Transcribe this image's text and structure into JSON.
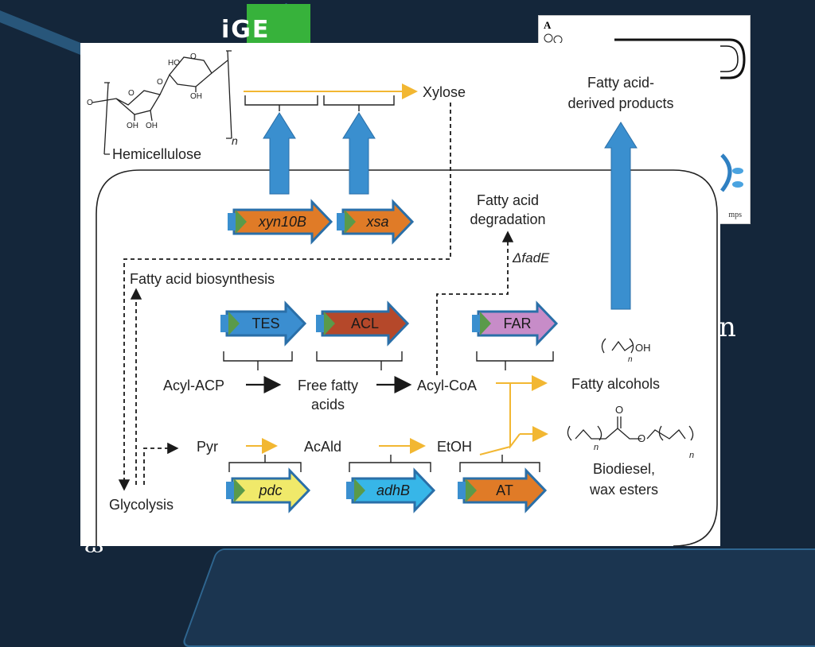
{
  "background": {
    "colors": {
      "base": "#14263a",
      "stripe": "#2c5f86",
      "logo_green": "#37b23b"
    },
    "logo_text": "iGE",
    "glyph_right": "n",
    "glyph_left": "ω"
  },
  "inset_figure": {
    "panel_label": "A",
    "caption_fragment": "mps"
  },
  "diagram": {
    "hemicellulose": {
      "label": "Hemicellulose",
      "subscript": "n",
      "atoms": [
        "HO",
        "O",
        "OH",
        "O",
        "O",
        "OH",
        "OH",
        "O"
      ]
    },
    "xylose": "Xylose",
    "fatty_acid_products": [
      "Fatty acid-",
      "derived products"
    ],
    "fatty_acid_degradation": [
      "Fatty acid",
      "degradation"
    ],
    "delta_fade": "ΔfadE",
    "fatty_acid_biosynthesis": "Fatty acid biosynthesis",
    "glycolysis": "Glycolysis",
    "metabolites": {
      "acyl_acp": "Acyl-ACP",
      "free_fatty_acids": [
        "Free fatty",
        "acids"
      ],
      "acyl_coa": "Acyl-CoA",
      "pyr": "Pyr",
      "acald": "AcAld",
      "etoh": "EtOH",
      "fatty_alcohols": "Fatty alcohols",
      "biodiesel": [
        "Biodiesel,",
        "wax esters"
      ]
    },
    "alcohol_structure": {
      "n": "n",
      "oh": "OH"
    },
    "ester_structure": {
      "o_top": "O",
      "o_mid": "O",
      "n1": "n",
      "n2": "n"
    },
    "genes": [
      {
        "id": "xyn10B",
        "label": "xyn10B",
        "italic": true,
        "fill": "#e07b27",
        "text_color": "#1a1a1a"
      },
      {
        "id": "xsa",
        "label": "xsa",
        "italic": true,
        "fill": "#e07b27",
        "text_color": "#1a1a1a"
      },
      {
        "id": "TES",
        "label": "TES",
        "italic": false,
        "fill": "#3b8ed0",
        "text_color": "#1a1a1a"
      },
      {
        "id": "ACL",
        "label": "ACL",
        "italic": false,
        "fill": "#b5482a",
        "text_color": "#1a1a1a"
      },
      {
        "id": "FAR",
        "label": "FAR",
        "italic": false,
        "fill": "#c78cc8",
        "text_color": "#1a1a1a"
      },
      {
        "id": "pdc",
        "label": "pdc",
        "italic": true,
        "fill": "#f0e96a",
        "text_color": "#1a1a1a"
      },
      {
        "id": "adhB",
        "label": "adhB",
        "italic": true,
        "fill": "#37b6e8",
        "text_color": "#1a1a1a"
      },
      {
        "id": "AT",
        "label": "AT",
        "italic": false,
        "fill": "#e07b27",
        "text_color": "#1a1a1a"
      }
    ],
    "colors": {
      "promoter_blue": "#3a8fcf",
      "promoter_green": "#5a9a4a",
      "export_arrow": "#3a8fcf",
      "yellow_arrow": "#f2b732",
      "black": "#1a1a1a"
    }
  }
}
